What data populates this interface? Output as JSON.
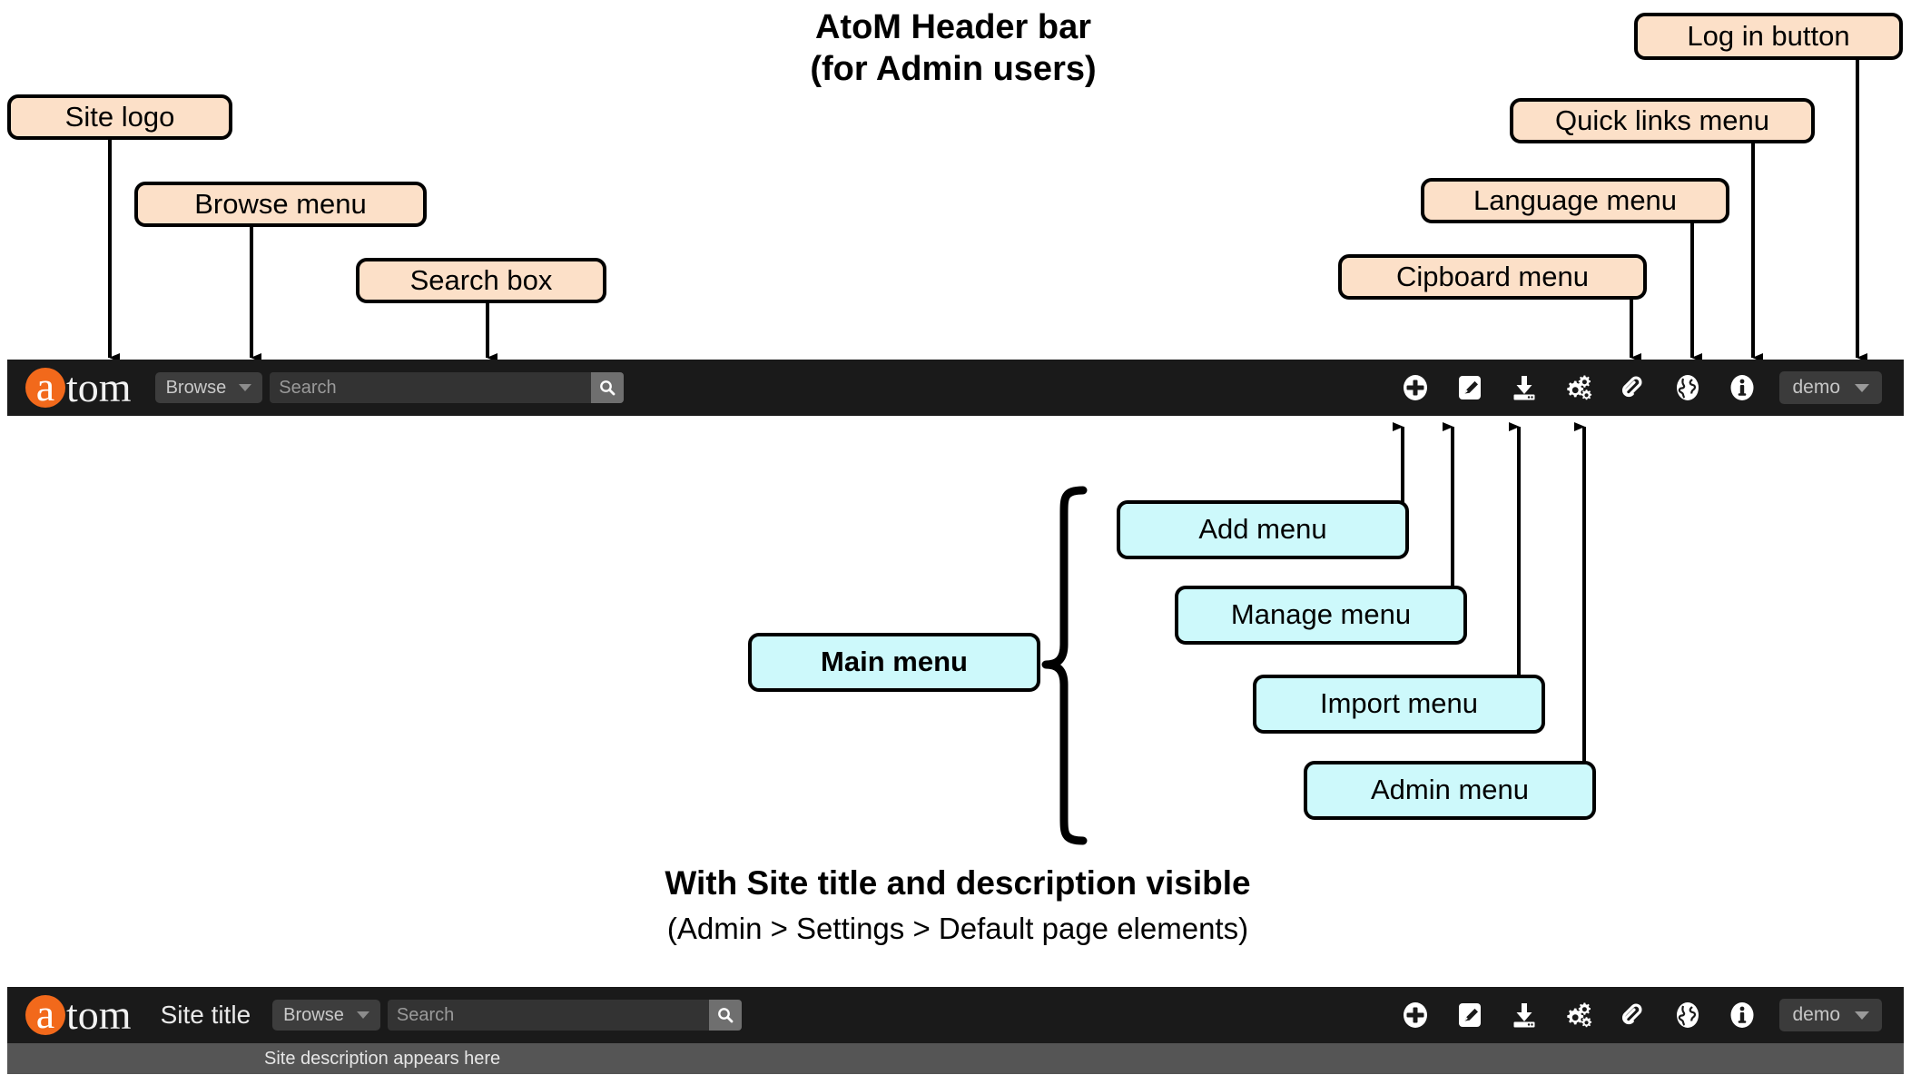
{
  "title": {
    "line1": "AtoM Header bar",
    "line2": "(for Admin users)"
  },
  "subtitle": {
    "line1": "With Site title and description visible",
    "line2": "(Admin > Settings > Default page elements)"
  },
  "callouts_peach": [
    {
      "key": "site-logo",
      "label": "Site logo"
    },
    {
      "key": "browse-menu",
      "label": "Browse menu"
    },
    {
      "key": "search-box",
      "label": "Search box"
    },
    {
      "key": "clipboard",
      "label": "Cipboard menu"
    },
    {
      "key": "language",
      "label": "Language menu"
    },
    {
      "key": "quick-links",
      "label": "Quick links menu"
    },
    {
      "key": "log-in",
      "label": "Log in button"
    }
  ],
  "callouts_cyan": [
    {
      "key": "main-menu",
      "label": "Main menu"
    },
    {
      "key": "add-menu",
      "label": "Add menu"
    },
    {
      "key": "manage-menu",
      "label": "Manage menu"
    },
    {
      "key": "import-menu",
      "label": "Import menu"
    },
    {
      "key": "admin-menu",
      "label": "Admin menu"
    }
  ],
  "header_top": {
    "logo_a": "a",
    "logo_tom": "tom",
    "browse_label": "Browse",
    "search_placeholder": "Search",
    "search_icon": "search-icon",
    "user_label": "demo",
    "icons": [
      {
        "name": "add-icon",
        "glyph": "plus-circle"
      },
      {
        "name": "manage-icon",
        "glyph": "pencil-square"
      },
      {
        "name": "import-icon",
        "glyph": "download-tray"
      },
      {
        "name": "admin-icon",
        "glyph": "gears"
      },
      {
        "name": "clipboard-icon",
        "glyph": "paperclip"
      },
      {
        "name": "language-icon",
        "glyph": "globe"
      },
      {
        "name": "quicklinks-icon",
        "glyph": "info-circle"
      }
    ]
  },
  "header_bottom": {
    "logo_a": "a",
    "logo_tom": "tom",
    "site_title": "Site title",
    "browse_label": "Browse",
    "search_placeholder": "Search",
    "user_label": "demo",
    "site_description": "Site description appears here"
  },
  "colors": {
    "bar_background": "#1a1a1a",
    "description_strip": "#555555",
    "logo_orange": "#f2691b",
    "callout_peach": "#fce0c8",
    "callout_cyan": "#cdf9fb"
  }
}
